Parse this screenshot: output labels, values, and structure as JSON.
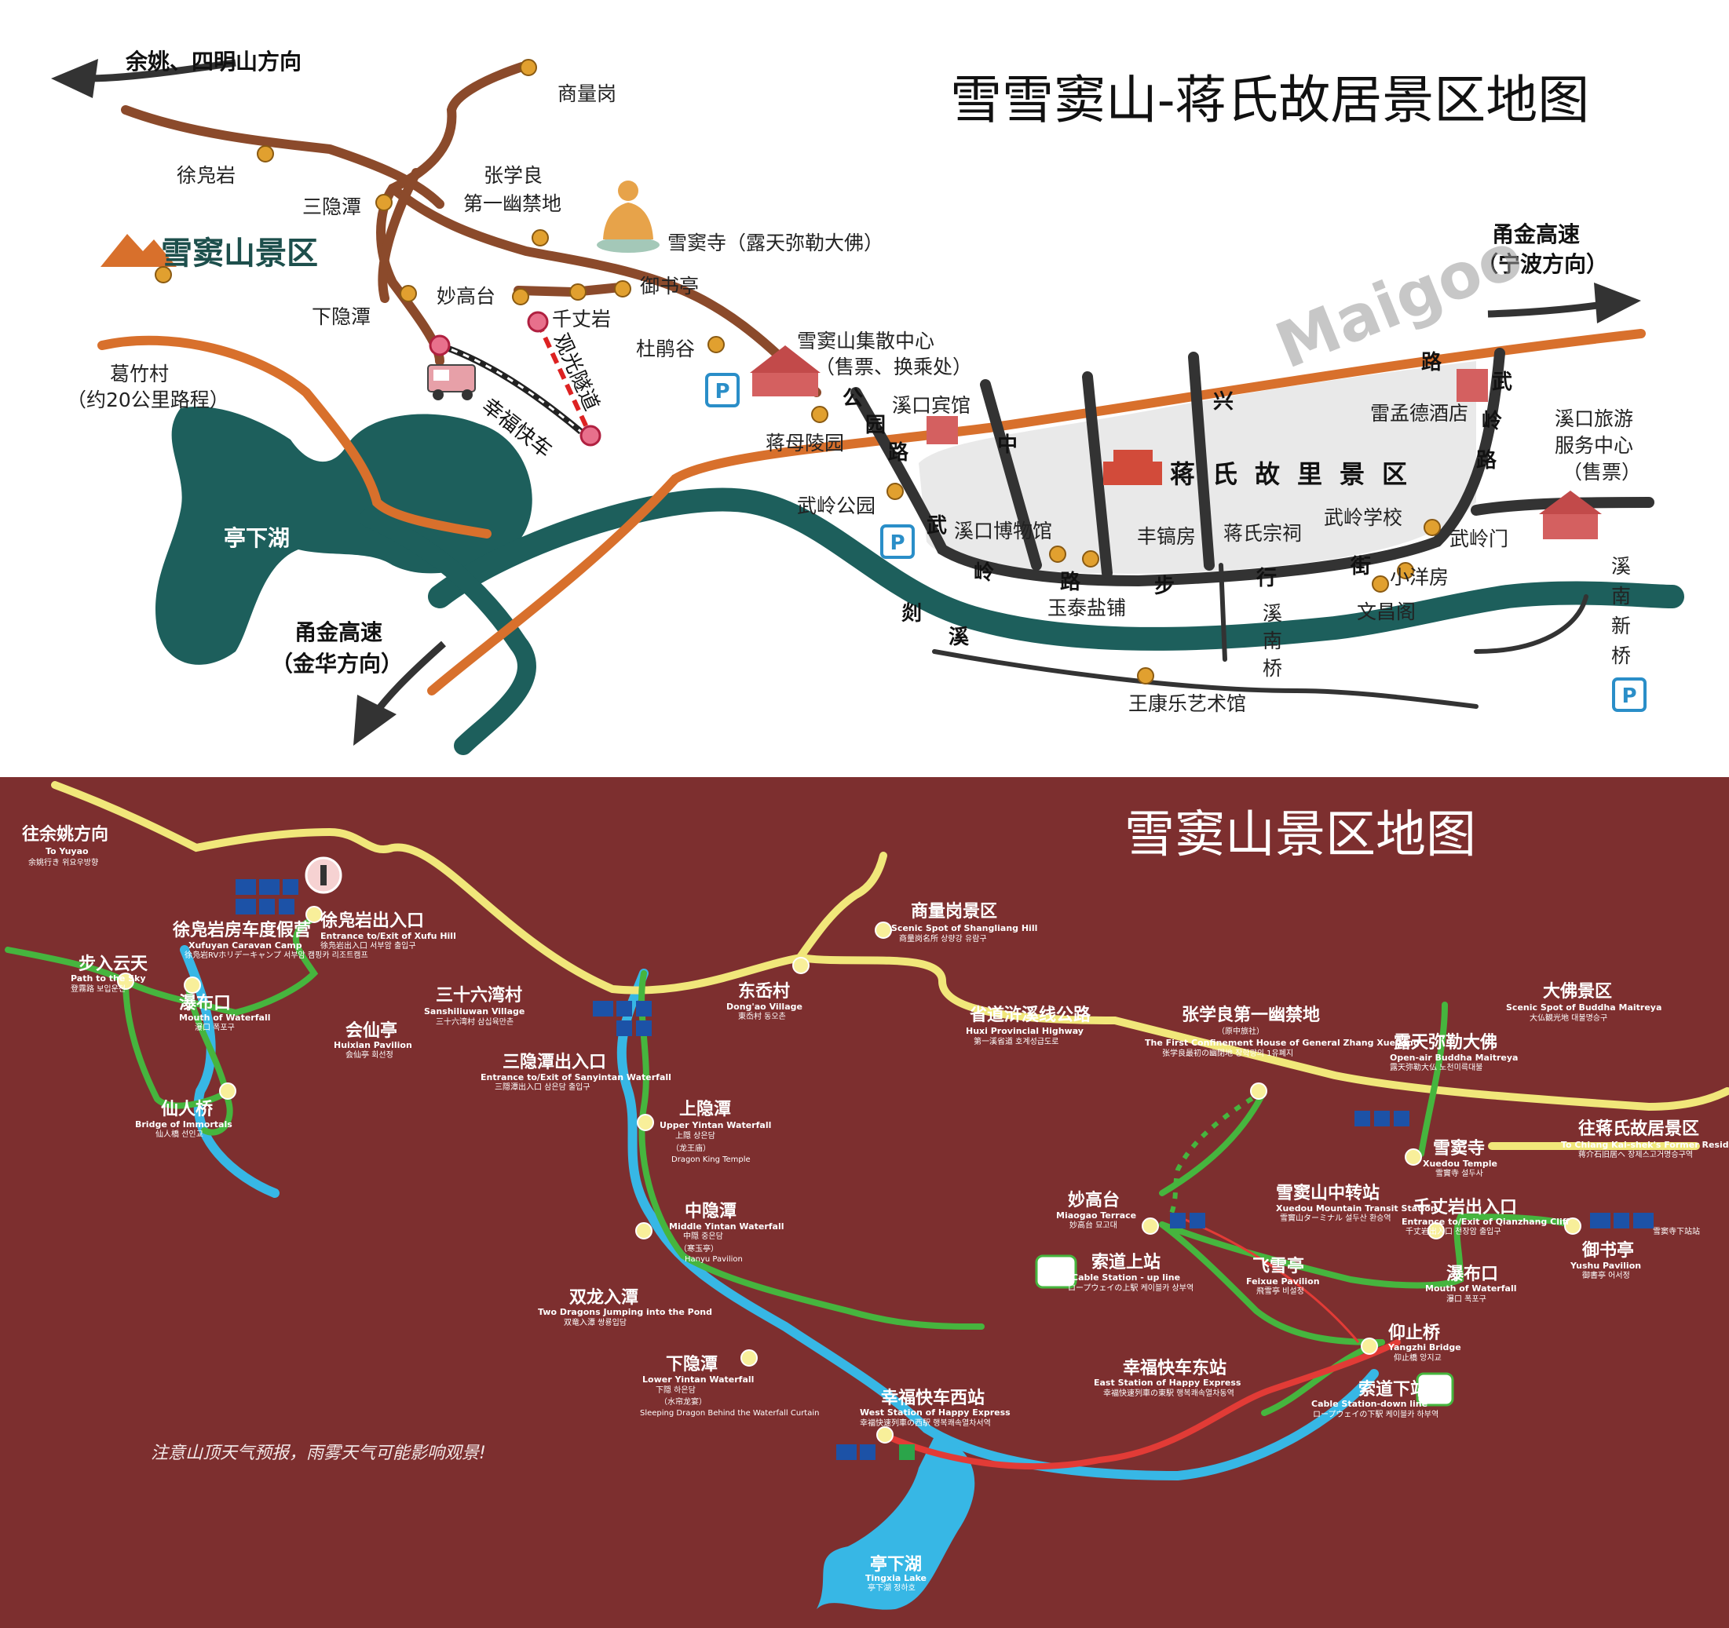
{
  "colors": {
    "top_bg": "#ffffff",
    "trail_brown": "#8b4a2b",
    "road_orange": "#d8702c",
    "river_teal": "#1d5f5c",
    "lake_teal": "#1d5f5c",
    "street_dark": "#333333",
    "poi_orange": "#e1a02f",
    "bottom_bg": "#7d2f2f",
    "bottom_road_yellow": "#f1e77a",
    "bottom_trail_green": "#46b53e",
    "bottom_water_blue": "#37b7e5",
    "bottom_rail_red": "#e23b36"
  },
  "top_map": {
    "title": "雪雪窦山-蒋氏故居景区地图",
    "arrows": {
      "nw": "余姚、四明山方向",
      "ne_line1": "甬金高速",
      "ne_line2": "（宁波方向）",
      "sw_line1": "甬金高速",
      "sw_line2": "（金华方向）"
    },
    "scenic_logo": "雪窦山景区",
    "village_line1": "葛竹村",
    "village_line2": "（约20公里路程）",
    "lake": "亭下湖",
    "tunnel": "观光隧道",
    "happy_train": "幸福快车",
    "district": "蒋氏故里景区",
    "watermark": "Maigoo",
    "parking_symbol": "P",
    "road_gongyuan": [
      "公",
      "园",
      "路"
    ],
    "road_zhongxing": [
      "中",
      "兴",
      "路"
    ],
    "road_wuling_east": [
      "武",
      "岭",
      "路"
    ],
    "road_wuling_south": [
      "武",
      "岭",
      "路",
      "步",
      "行",
      "街"
    ],
    "river_name": [
      "剡",
      "溪"
    ],
    "pois": {
      "shangliang": "商量岗",
      "xufu": "徐凫岩",
      "sanyin": "三隐潭",
      "zhangxueliang_1": "张学良",
      "zhangxueliang_2": "第一幽禁地",
      "xuedou_temple": "雪窦寺（露天弥勒大佛）",
      "xiayin": "下隐潭",
      "miaogao": "妙高台",
      "qianzhang": "千丈岩",
      "yushu": "御书亭",
      "dupeng": "杜鹃谷",
      "center_1": "雪窦山集散中心",
      "center_2": "（售票、换乘处）",
      "hotel": "溪口宾馆",
      "jiangmu": "蒋母陵园",
      "wuling_park": "武岭公园",
      "leimengde": "雷孟德酒店",
      "tourism_1": "溪口旅游",
      "tourism_2": "服务中心",
      "tourism_3": "（售票）",
      "museum": "溪口博物馆",
      "fenggao": "丰镐房",
      "ancestral": "蒋氏宗祠",
      "school": "武岭学校",
      "wuling_gate": "武岭门",
      "yutai": "玉泰盐铺",
      "wenchang": "文昌阁",
      "xiaoyang": "小洋房",
      "xinan_bridge": [
        "溪",
        "南",
        "桥"
      ],
      "xinan_new_bridge": [
        "溪",
        "南",
        "新",
        "桥"
      ],
      "wangkangle": "王康乐艺术馆"
    }
  },
  "bottom_map": {
    "title": "雪窦山景区地图",
    "warning": "注意山顶天气预报，雨雾天气可能影响观景!",
    "labels": {
      "to_yuyao": {
        "cn": "往余姚方向",
        "en": "To Yuyao",
        "sub": "余姚行き 위요우방향"
      },
      "path_sky": {
        "cn": "步入云天",
        "en": "Path to the Sky",
        "sub": "登霧路 보입운천"
      },
      "caravan": {
        "cn": "徐凫岩房车度假营",
        "en": "Xufuyan Caravan Camp",
        "sub": "徐凫岩RVホリデーキャンプ 서부암 캠핑카 리조트캠프"
      },
      "xufu_gate": {
        "cn": "徐凫岩出入口",
        "en": "Entrance to/Exit of Xufu Hill",
        "sub": "徐凫岩出入口 서부암 출입구"
      },
      "waterfall_w": {
        "cn": "瀑布口",
        "en": "Mouth of Waterfall",
        "sub": "瀑口 폭포구"
      },
      "huixian": {
        "cn": "会仙亭",
        "en": "Huixian Pavilion",
        "sub": "会仙亭 회선정"
      },
      "xianren": {
        "cn": "仙人桥",
        "en": "Bridge of Immortals",
        "sub": "仙人橋 선인교"
      },
      "sanshiliu": {
        "cn": "三十六湾村",
        "en": "Sanshiliuwan Village",
        "sub": "三十六湾村 삼십육만촌"
      },
      "shangliang": {
        "cn": "商量岗景区",
        "en": "Scenic Spot of Shangliang Hill",
        "sub": "商量岗名所 상량강 유람구"
      },
      "dongao": {
        "cn": "东岙村",
        "en": "Dong'ao Village",
        "sub": "東岙村 동오촌"
      },
      "huxi": {
        "cn": "省道浒溪线公路",
        "en": "Huxi Provincial Highway",
        "sub": "第一溪省道 호계성급도로"
      },
      "sanyin_gate": {
        "cn": "三隐潭出入口",
        "en": "Entrance to/Exit of Sanyintan Waterfall",
        "sub": "三隠潭出入口 삼은담 출입구"
      },
      "shangyin": {
        "cn": "上隐潭",
        "en": "Upper Yintan Waterfall",
        "sub": "上隠 상은담",
        "extra": "（龙王庙）",
        "extra_en": "Dragon King Temple"
      },
      "zhongyin": {
        "cn": "中隐潭",
        "en": "Middle Yintan Waterfall",
        "sub": "中隠 중은담",
        "extra": "（寒玉亭）",
        "extra_en": "Hanyu Pavilion"
      },
      "shuanglong": {
        "cn": "双龙入潭",
        "en": "Two Dragons Jumping into the Pond",
        "sub": "双竜入潭 쌍룡입담"
      },
      "xiayin": {
        "cn": "下隐潭",
        "en": "Lower Yintan Waterfall",
        "sub": "下隠 하은담",
        "extra": "（水帘龙宴）",
        "extra_en": "Sleeping Dragon Behind the Waterfall Curtain"
      },
      "zhang_xl": {
        "cn": "张学良第一幽禁地",
        "en": "The First Confinement House of General Zhang Xueliang",
        "sub": "张学良最初の幽閉地 장학량의 1유폐지",
        "extra": "（原中旅社）"
      },
      "buddha_area": {
        "cn": "大佛景区",
        "en": "Scenic Spot of Buddha Maitreya",
        "sub": "大仏観光地 대불명승구"
      },
      "maitreya": {
        "cn": "露天弥勒大佛",
        "en": "Open-air Buddha Maitreya",
        "sub": "露天弥勒大仏 노천미륵대불"
      },
      "temple": {
        "cn": "雪窦寺",
        "en": "Xuedou Temple",
        "sub": "雪竇寺 설두사"
      },
      "to_jiang": {
        "cn": "往蒋氏故居景区",
        "en": "To Chiang Kai-shek's Former Residence",
        "sub": "蒋介石旧居へ 장제스고거명승구역"
      },
      "miaogao": {
        "cn": "妙高台",
        "en": "Miaogao Terrace",
        "sub": "妙高台 묘고대"
      },
      "transfer": {
        "cn": "雪窦山中转站",
        "en": "Xuedou Mountain Transit Station",
        "sub": "雪竇山ターミナル 설두산 환승역"
      },
      "qianzhang_gate": {
        "cn": "千丈岩出入口",
        "en": "Entrance to/Exit of Qianzhang Cliff",
        "sub": "千丈岩出入口 천장암 출입구"
      },
      "yushu": {
        "cn": "御书亭",
        "en": "Yushu Pavilion",
        "sub": "御書亭 어서정"
      },
      "bus_stop": {
        "cn": "",
        "en": "",
        "sub": "雪窦寺下站站"
      },
      "cable_up": {
        "cn": "索道上站",
        "en": "Cable Station - up line",
        "sub": "ロープウェイの上駅 케이블카 상부역"
      },
      "feixue": {
        "cn": "飞雪亭",
        "en": "Feixue Pavilion",
        "sub": "飛雪亭 비설정"
      },
      "waterfall_e": {
        "cn": "瀑布口",
        "en": "Mouth of Waterfall",
        "sub": "瀑口 폭포구"
      },
      "yangzhi": {
        "cn": "仰止桥",
        "en": "Yangzhi Bridge",
        "sub": "仰止橋 앙지교"
      },
      "happy_east": {
        "cn": "幸福快车东站",
        "en": "East Station of Happy Express",
        "sub": "幸福快速列車の東駅 행복쾌속열차동역"
      },
      "cable_down": {
        "cn": "索道下站",
        "en": "Cable Station-down line",
        "sub": "ロープウェイの下駅 케이블카 하부역"
      },
      "happy_west": {
        "cn": "幸福快车西站",
        "en": "West Station of Happy Express",
        "sub": "幸福快速列車の西駅 행복쾌속열차서역"
      },
      "tingxia": {
        "cn": "亭下湖",
        "en": "Tingxia Lake",
        "sub": "亭下湖 정하호"
      }
    }
  }
}
